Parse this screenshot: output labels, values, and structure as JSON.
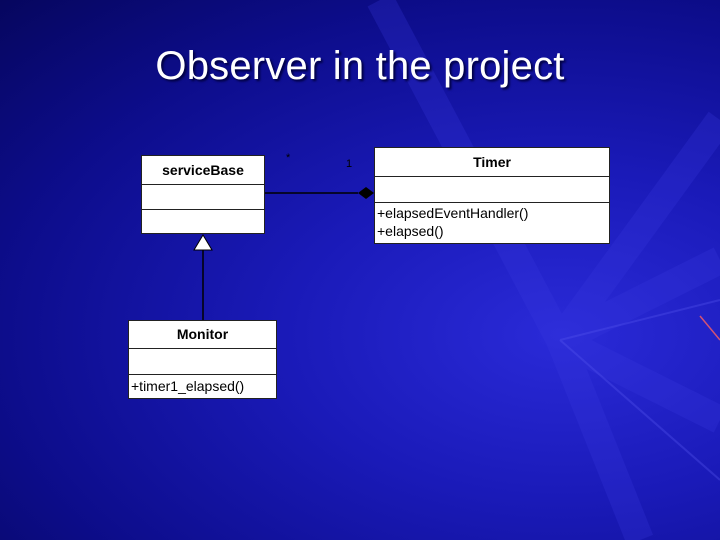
{
  "slide": {
    "title": "Observer in the project"
  },
  "diagram": {
    "classes": {
      "serviceBase": {
        "name": "serviceBase",
        "operations": []
      },
      "timer": {
        "name": "Timer",
        "operations": [
          "+elapsedEventHandler()",
          "+elapsed()"
        ]
      },
      "monitor": {
        "name": "Monitor",
        "operations": [
          "+timer1_elapsed()"
        ]
      }
    },
    "association": {
      "multiplicity_near": "*",
      "multiplicity_far": "1"
    },
    "colors": {
      "background": "#0d0d8c",
      "box": "#ffffff",
      "line": "#000000"
    }
  }
}
